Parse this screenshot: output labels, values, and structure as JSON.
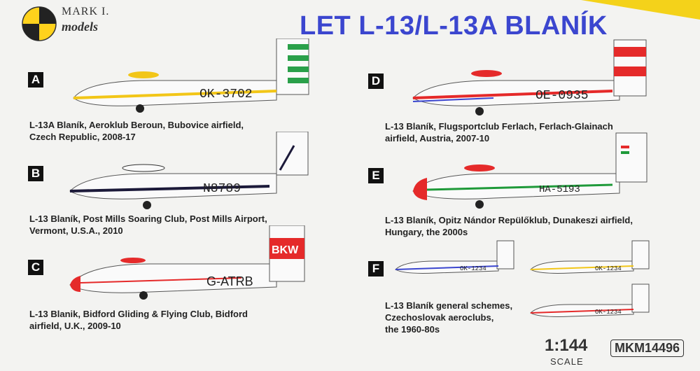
{
  "header": {
    "title": "LET L-13/L-13A BLANÍK",
    "brand_line1": "MARK I.",
    "brand_line2": "models"
  },
  "schemes": [
    {
      "letter": "A",
      "registration": "OK-3702",
      "caption_line1": "L-13A Blaník, Aeroklub Beroun, Bubovice airfield,",
      "caption_line2": "Czech Republic, 2008-17",
      "accent": "#f2c618"
    },
    {
      "letter": "B",
      "registration": "N8789",
      "caption_line1": "L-13 Blaník, Post Mills Soaring Club, Post Mills Airport,",
      "caption_line2": "Vermont, U.S.A., 2010",
      "accent": "#1c1a3a"
    },
    {
      "letter": "C",
      "registration": "G-ATRB",
      "tail_text": "BKW",
      "caption_line1": "L-13 Blanik, Bidford Gliding & Flying Club, Bidford",
      "caption_line2": "airfield, U.K., 2009-10",
      "accent": "#e52a2a"
    },
    {
      "letter": "D",
      "registration": "OE-0935",
      "caption_line1": "L-13 Blaník, Flugsportclub Ferlach, Ferlach-Glainach",
      "caption_line2": "airfield, Austria, 2007-10",
      "accent": "#e52a2a"
    },
    {
      "letter": "E",
      "registration": "HA-5193",
      "caption_line1": "L-13 Blaník, Opitz Nándor Repülőklub, Dunakeszi airfield,",
      "caption_line2": "Hungary, the 2000s",
      "accent": "#1f9a3a"
    },
    {
      "letter": "F",
      "registration": "OK-1234",
      "caption_line1": "L-13 Blaník general schemes,",
      "caption_line2": "Czechoslovak aeroclubs,",
      "caption_line3": "the 1960-80s",
      "accent": "#3b46cf"
    }
  ],
  "footer": {
    "scale": "1:144",
    "scale_word": "SCALE",
    "product_code": "MKM14496"
  },
  "colors": {
    "title": "#3b46cf",
    "yellow_corner": "#f4d21a"
  }
}
